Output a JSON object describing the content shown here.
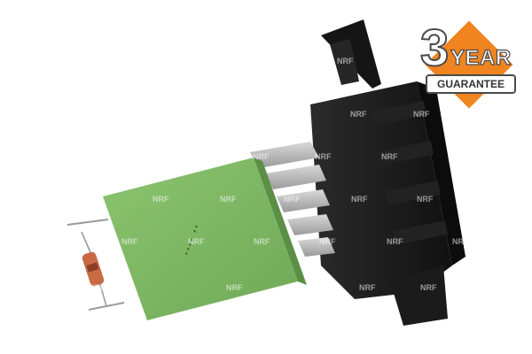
{
  "product": {
    "brand_watermark": "NRF",
    "body_color": "#7bb661",
    "housing_color": "#1a1a1a"
  },
  "badge": {
    "years": "3",
    "year_word": "YEAR",
    "guarantee_label": "GUARANTEE",
    "accent_color": "#f0841f"
  }
}
